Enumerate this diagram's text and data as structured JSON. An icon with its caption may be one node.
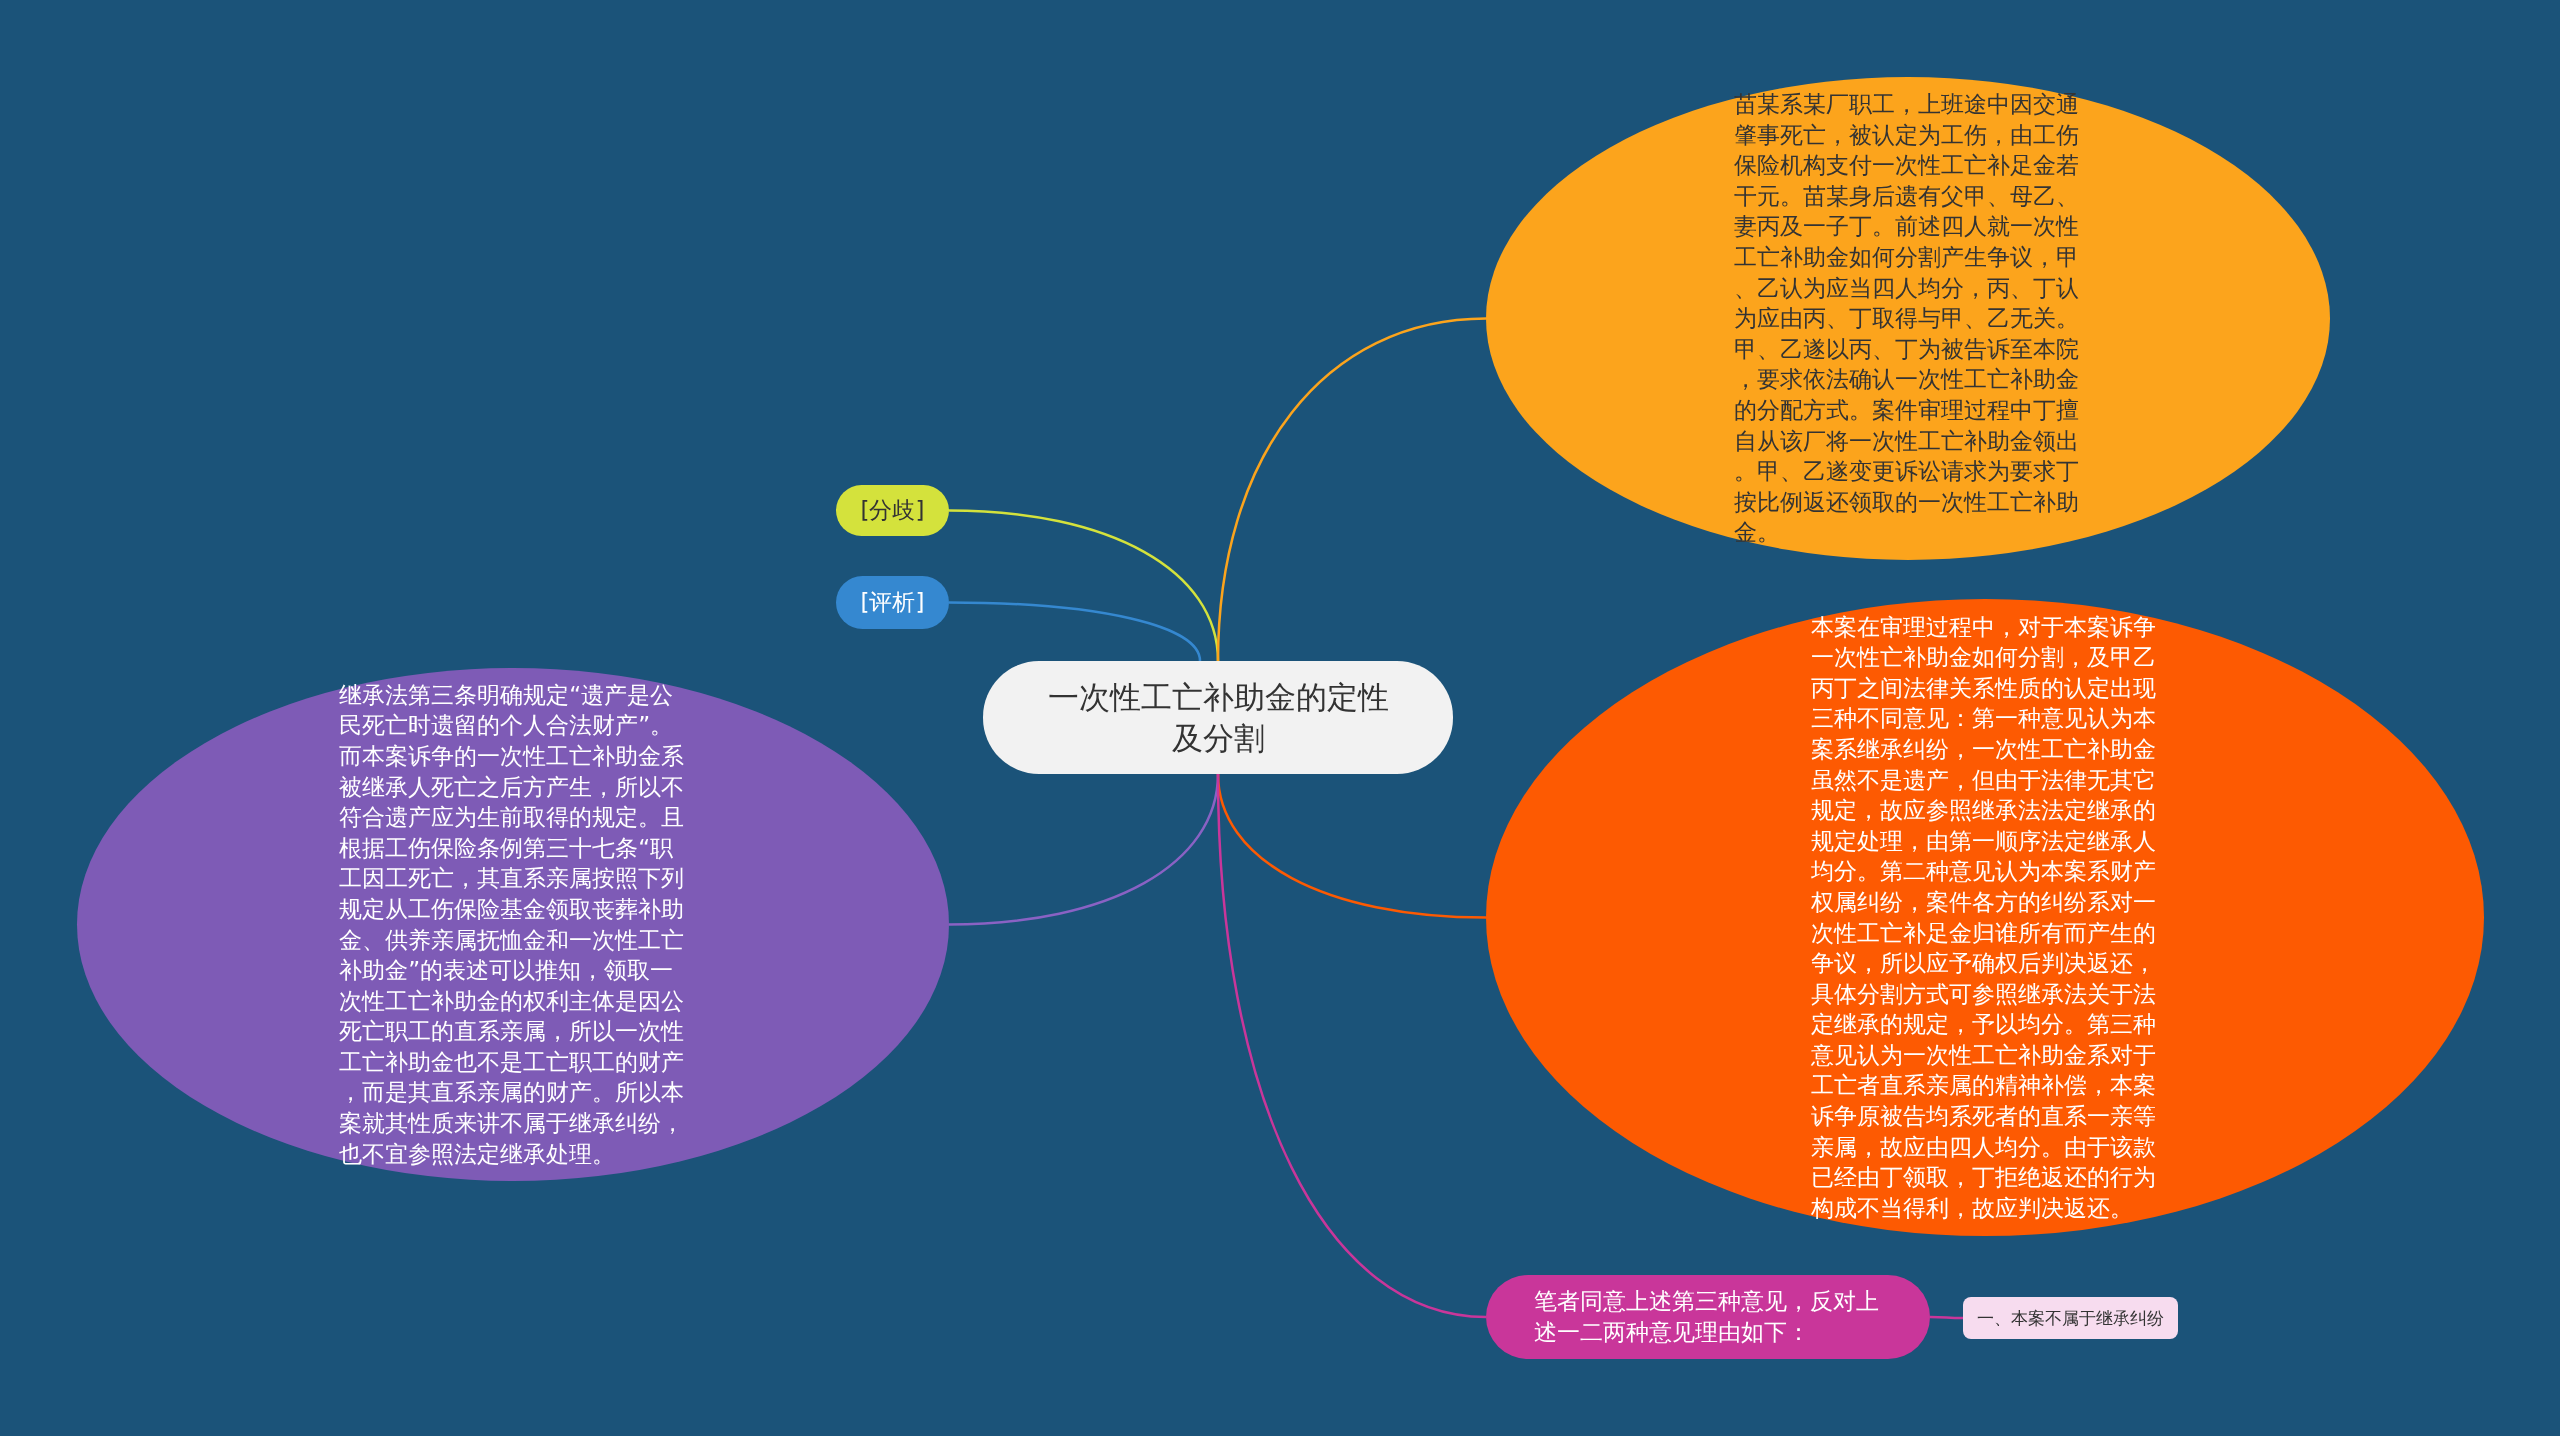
{
  "diagram": {
    "nodes": [
      {
        "text": [
          "一次性工亡补助金的定性及分割"
        ]
      },
      {
        "text": [
          "[分歧]"
        ]
      },
      {
        "text": [
          "[评析]"
        ]
      },
      {
        "text": [
          "苗某系某厂职工，上班途中因交通肇事死亡，被认定为工伤，由工伤保险机构支付一次性工亡补足金若干元。苗某身后遗有父甲、母乙、妻丙及一子丁。前述四人就一次性工亡补助金如何分割产生争议，甲、乙认为应当四人均分，丙、丁认为应由丙、丁取得与甲、乙无关。甲、乙遂以丙、丁为被告诉至本院，要求依法确认一次性工亡补助金的分配方式。案件审理过程中丁擅自从该厂将一次性工亡补助金领出。甲、乙遂变更诉讼请求为要求丁按比例返还领取的一次性工亡补助金。"
        ]
      },
      {
        "text": [
          "继承法第三条明确规定“遗产是公民死亡时遗留的个人合法财产”。而本案诉争的一次性工亡补助金系被继承人死亡之后方产生，所以不符合遗产应为生前取得的规定。且根据工伤保险条例第三十七条“职工因工死亡，其直系亲属按照下列规定从工伤保险基金领取丧葬补助金、供养亲属抚恤金和一次性工亡补助金”的表述可以推知，领取一次性工亡补助金的权利主体是因公死亡职工的直系亲属，所以一次性工亡补助金也不是工亡职工的财产，而是其直系亲属的财产。所以本案就其性质来讲不属于继承纠纷，也不宜参照法定继承处理。"
        ]
      },
      {
        "text": [
          "本案在审理过程中，对于本案诉争一次性亡补助金如何分割，及甲乙丙丁之间法律关系性质的认定出现三种不同意见：第一种意见认为本案系继承纠纷，一次性工亡补助金虽然不是遗产，但由于法律无其它规定，故应参照继承法法定继承的规定处理，由第一顺序法定继承人均分。第二种意见认为本案系财产权属纠纷，案件各方的纠纷系对一次性工亡补足金归谁所有而产生的争议，所以应予确权后判决返还，具体分割方式可参照继承法关于法定继承的规定，予以均分。第三种意见认为一次性工亡补助金系对于工亡者直系亲属的精神补偿，本案诉争原被告均系死者的直系一亲等亲属，故应由四人均分。由于该款已经由丁领取，丁拒绝返还的行为构成不当得利，故应判决返还。"
        ]
      },
      {
        "text": [
          "笔者同意上述第三种意见，反对上述一二两种意见理由如下："
        ]
      },
      {
        "text": [
          "一、本案不属于继承纠纷"
        ]
      }
    ],
    "edges": [
      {
        "from": 0,
        "to": 1,
        "arrow": "none",
        "color": "#d4e23c"
      },
      {
        "from": 0,
        "to": 2,
        "arrow": "none",
        "color": "#3588d0"
      },
      {
        "from": 0,
        "to": 3,
        "arrow": "none",
        "color": "#fca41c"
      },
      {
        "from": 0,
        "to": 4,
        "arrow": "none",
        "color": "#8a62c4"
      },
      {
        "from": 0,
        "to": 5,
        "arrow": "none",
        "color": "#fd5a02"
      },
      {
        "from": 0,
        "to": 6,
        "arrow": "none",
        "color": "#c9369a"
      },
      {
        "from": 6,
        "to": 7,
        "arrow": "none",
        "color": "#c9369a"
      }
    ]
  }
}
